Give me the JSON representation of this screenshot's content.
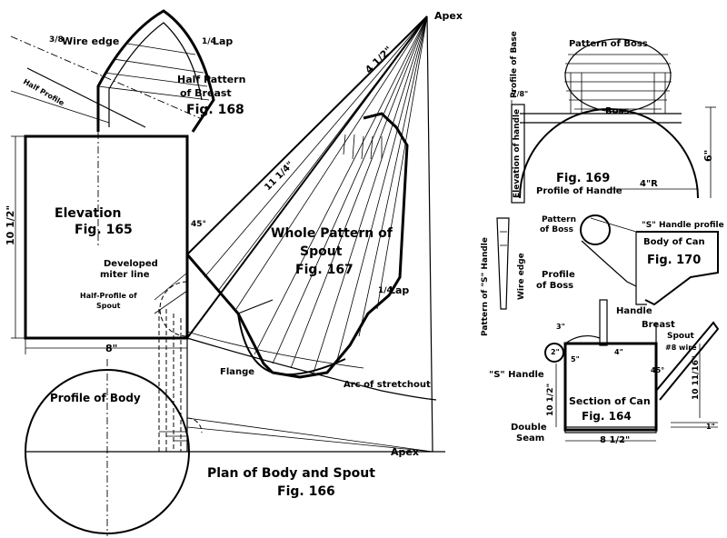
{
  "labels": {
    "apex_top": "Apex",
    "wire_edge_top": "Wire edge",
    "wire_edge_frac": "3/8",
    "lap_top": "Lap",
    "lap_top_frac": "1/4",
    "half_profile": "Half Profile",
    "half_pattern_breast_1": "Half Pattern",
    "half_pattern_breast_2": "of Breast",
    "fig168": "Fig. 168",
    "len_4_1_2": "4 1/2\"",
    "len_11_1_4": "11 1/4\"",
    "elevation_1": "Elevation",
    "elevation_2": "Fig. 165",
    "height_10_1_2": "10 1/2\"",
    "angle_45": "45°",
    "whole_pattern_1": "Whole Pattern of",
    "whole_pattern_2": "Spout",
    "fig167": "Fig. 167",
    "lap_mid": "Lap",
    "lap_mid_frac": "1/4",
    "developed_miter_1": "Developed",
    "developed_miter_2": "miter line",
    "half_profile_spout_1": "Half-Profile of",
    "half_profile_spout_2": "Spout",
    "width_8": "8\"",
    "flange": "Flange",
    "arc_stretchout": "Arc of stretchout",
    "profile_of_body": "Profile of Body",
    "apex_bottom": "Apex",
    "plan_caption_1": "Plan of Body and Spout",
    "plan_caption_2": "Fig. 166",
    "profile_of_base": "Profile of Base",
    "pattern_of_boss": "Pattern of Boss",
    "boss": "Boss",
    "seven_eighths": "7/8\"",
    "elevation_of_handle": "Elevation of handle",
    "six_in": "6\"",
    "four_r": "4\"R",
    "fig169_1": "Fig. 169",
    "fig169_2": "Profile of Handle",
    "pattern_s_handle": "Pattern of \"S\" Handle",
    "pattern_of_boss_2a": "Pattern",
    "pattern_of_boss_2b": "of Boss",
    "s_handle_profile": "\"S\" Handle profile",
    "body_of_can_1": "Body of Can",
    "body_of_can_2": "Fig. 170",
    "profile_of_boss_1": "Profile",
    "profile_of_boss_2": "of Boss",
    "wire_edge_2": "Wire edge",
    "handle": "Handle",
    "breast": "Breast",
    "spout": "Spout",
    "wire_8": "#8 wire",
    "s_handle": "\"S\" Handle",
    "section_can_1": "Section of Can",
    "section_can_2": "Fig. 164",
    "ten_half": "10 1/2\"",
    "eight_half": "8 1/2\"",
    "double_seam_1": "Double",
    "double_seam_2": "Seam",
    "ten_eleven_sixteenths": "10 11/16\"",
    "four_in": "4\"",
    "five_in": "5\"",
    "three_in": "3\"",
    "forty_five": "45°",
    "two_in": "2\"",
    "one_in": "1\""
  }
}
